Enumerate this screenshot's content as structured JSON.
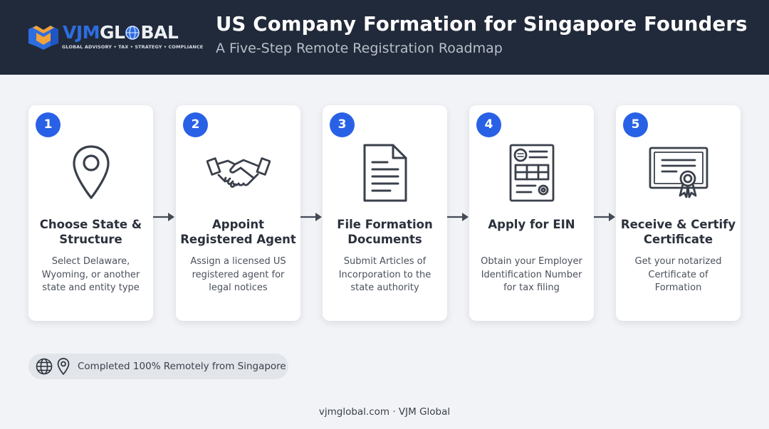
{
  "brand": {
    "wordmark_vjm": "VJM",
    "wordmark_global_pre": "GL",
    "wordmark_global_post": "BAL",
    "tagline": "GLOBAL ADVISORY • TAX • STRATEGY • COMPLIANCE",
    "colors": {
      "blue": "#2e6de0",
      "orange": "#f2a23a",
      "header_bg": "#212a3a"
    }
  },
  "header": {
    "title": "US Company Formation for Singapore Founders",
    "subtitle": "A Five-Step Remote Registration Roadmap"
  },
  "steps": [
    {
      "number": "1",
      "icon": "location-pin-icon",
      "title_line1": "Choose State &",
      "title_line2": "Structure",
      "desc_line1": "Select Delaware,",
      "desc_line2": "Wyoming, or another",
      "desc_line3": "state and entity type"
    },
    {
      "number": "2",
      "icon": "handshake-icon",
      "title_line1": "Appoint",
      "title_line2": "Registered Agent",
      "desc_line1": "Assign a licensed US",
      "desc_line2": "registered agent for",
      "desc_line3": "legal notices"
    },
    {
      "number": "3",
      "icon": "document-icon",
      "title_line1": "File Formation",
      "title_line2": "Documents",
      "desc_line1": "Submit Articles of",
      "desc_line2": "Incorporation to the",
      "desc_line3": "state authority"
    },
    {
      "number": "4",
      "icon": "tax-form-icon",
      "title_line1": "Apply for EIN",
      "title_line2": "",
      "desc_line1": "Obtain your Employer",
      "desc_line2": "Identification Number",
      "desc_line3": "for tax filing"
    },
    {
      "number": "5",
      "icon": "certificate-icon",
      "title_line1": "Receive & Certify",
      "title_line2": "Certificate",
      "desc_line1": "Get your notarized",
      "desc_line2": "Certificate of",
      "desc_line3": "Formation"
    }
  ],
  "remote_note": {
    "icons": [
      "globe-icon",
      "map-pin-icon"
    ],
    "text": "Completed 100% Remotely from Singapore"
  },
  "footer": {
    "text": "vjmglobal.com · VJM Global"
  },
  "accent_color": "#2961e6"
}
